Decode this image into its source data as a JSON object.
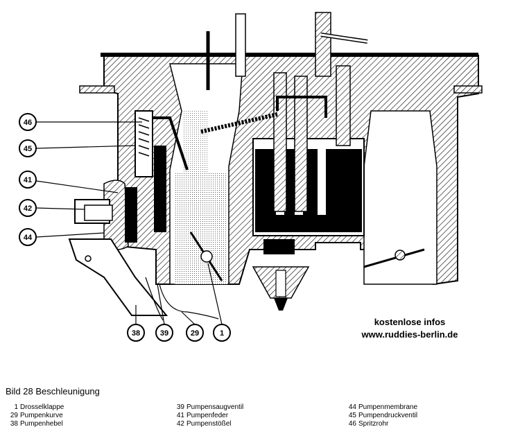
{
  "callouts": [
    {
      "num": "46"
    },
    {
      "num": "45"
    },
    {
      "num": "41"
    },
    {
      "num": "42"
    },
    {
      "num": "44"
    },
    {
      "num": "38"
    },
    {
      "num": "39"
    },
    {
      "num": "29"
    },
    {
      "num": "1"
    }
  ],
  "watermark": {
    "line1": "kostenlose infos",
    "line2": "www.ruddies-berlin.de"
  },
  "caption": "Bild 28 Beschleunigung",
  "legend": {
    "col1": [
      {
        "num": "1",
        "label": "Drosselklappe"
      },
      {
        "num": "29",
        "label": "Pumpenkurve"
      },
      {
        "num": "38",
        "label": "Pumpenhebel"
      }
    ],
    "col2": [
      {
        "num": "39",
        "label": "Pumpensaugventil"
      },
      {
        "num": "41",
        "label": "Pumpenfeder"
      },
      {
        "num": "42",
        "label": "Pumpenstößel"
      }
    ],
    "col3": [
      {
        "num": "44",
        "label": "Pumpenmembrane"
      },
      {
        "num": "45",
        "label": "Pumpendruckventil"
      },
      {
        "num": "46",
        "label": "Spritzrohr"
      }
    ]
  }
}
